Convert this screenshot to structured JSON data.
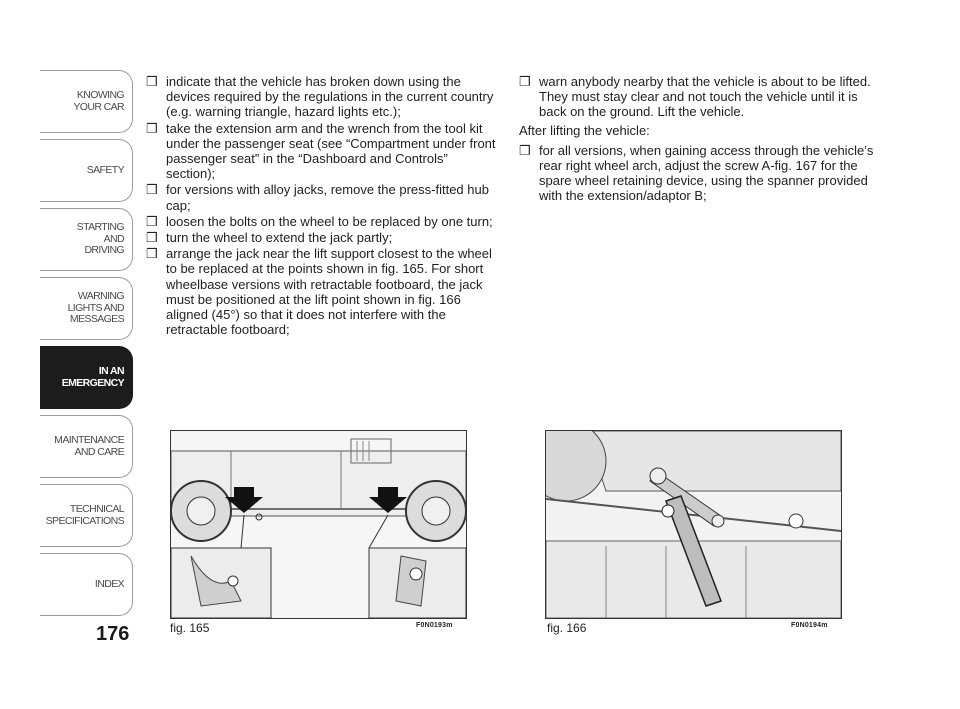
{
  "tabs": [
    {
      "label": "KNOWING\nYOUR CAR",
      "active": false
    },
    {
      "label": "SAFETY",
      "active": false
    },
    {
      "label": "STARTING\nAND\nDRIVING",
      "active": false
    },
    {
      "label": "WARNING\nLIGHTS AND\nMESSAGES",
      "active": false
    },
    {
      "label": "IN AN\nEMERGENCY",
      "active": true
    },
    {
      "label": "MAINTENANCE\nAND CARE",
      "active": false
    },
    {
      "label": "TECHNICAL\nSPECIFICATIONS",
      "active": false
    },
    {
      "label": "INDEX",
      "active": false
    }
  ],
  "page_number": "176",
  "bullet_glyph": "❒",
  "left_column": {
    "bullets": [
      "indicate that the vehicle has broken down using the devices required by the regulations in the current country (e.g. warning triangle, hazard lights etc.);",
      "take the extension arm and the wrench from the tool kit under the passenger seat (see “Compartment under front passenger seat” in the “Dashboard and Controls” section);",
      "for versions with alloy jacks, remove the press-fitted hub cap;",
      "loosen the bolts on the wheel to be replaced by one turn;",
      "turn the wheel to extend the jack partly;",
      "arrange the jack near the lift support closest to the wheel to be replaced at the points shown in fig. 165. For short wheelbase versions with retractable footboard, the jack must be positioned at the lift point shown in fig. 166 aligned (45°) so that it does not interfere with the retractable footboard;"
    ]
  },
  "right_column": {
    "bullets_before": [
      "warn anybody nearby that the vehicle is about to be lifted. They must stay clear and not touch the vehicle until it is back on the ground. Lift the vehicle."
    ],
    "paragraph": "After lifting the vehicle:",
    "bullets_after": [
      "for all versions, when gaining access through the vehicle’s rear right wheel arch, adjust the screw A-fig. 167 for the spare wheel retaining device, using the spanner provided with the extension/adaptor B;"
    ]
  },
  "figures": {
    "fig165": {
      "caption": "fig. 165",
      "code": "F0N0193m"
    },
    "fig166": {
      "caption": "fig. 166",
      "code": "F0N0194m"
    }
  }
}
